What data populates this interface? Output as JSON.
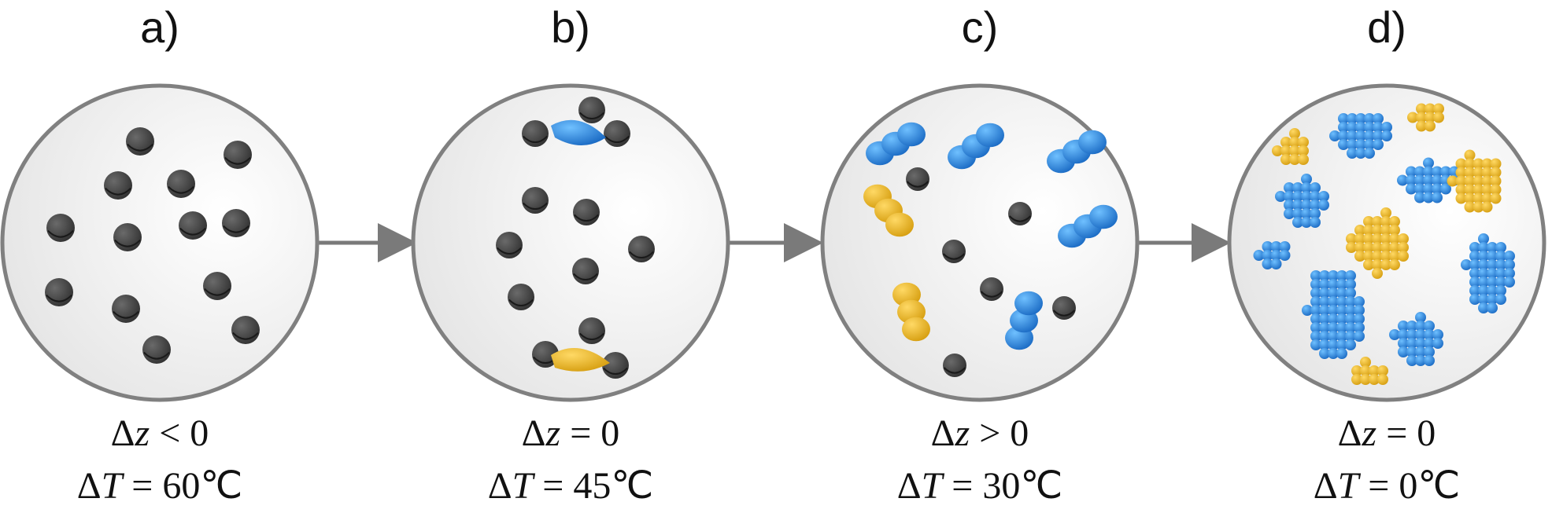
{
  "panels": [
    {
      "label": "a)",
      "delta_z": "Δz < 0",
      "delta_z_parts": [
        "Δ",
        "z",
        " < 0"
      ],
      "delta_T_parts": [
        "Δ",
        "T",
        " = 60℃"
      ],
      "delta_T": "ΔT = 60℃"
    },
    {
      "label": "b)",
      "delta_z": "Δz = 0",
      "delta_z_parts": [
        "Δ",
        "z",
        " = 0"
      ],
      "delta_T_parts": [
        "Δ",
        "T",
        " = 45℃"
      ],
      "delta_T": "ΔT = 45℃"
    },
    {
      "label": "c)",
      "delta_z": "Δz > 0",
      "delta_z_parts": [
        "Δ",
        "z",
        " > 0"
      ],
      "delta_T_parts": [
        "Δ",
        "T",
        " = 30℃"
      ],
      "delta_T": "ΔT = 30℃"
    },
    {
      "label": "d)",
      "delta_z": "Δz = 0",
      "delta_z_parts": [
        "Δ",
        "z",
        " = 0"
      ],
      "delta_T_parts": [
        "Δ",
        "T",
        " = 0℃"
      ],
      "delta_T": "ΔT = 0℃"
    }
  ],
  "colors": {
    "circle_fill": "#f2f2f2",
    "circle_stroke": "#808080",
    "particle": "#3a3a3a",
    "blue": "#1e88e5",
    "yellow": "#f0b41e",
    "arrow": "#7a7a7a"
  }
}
